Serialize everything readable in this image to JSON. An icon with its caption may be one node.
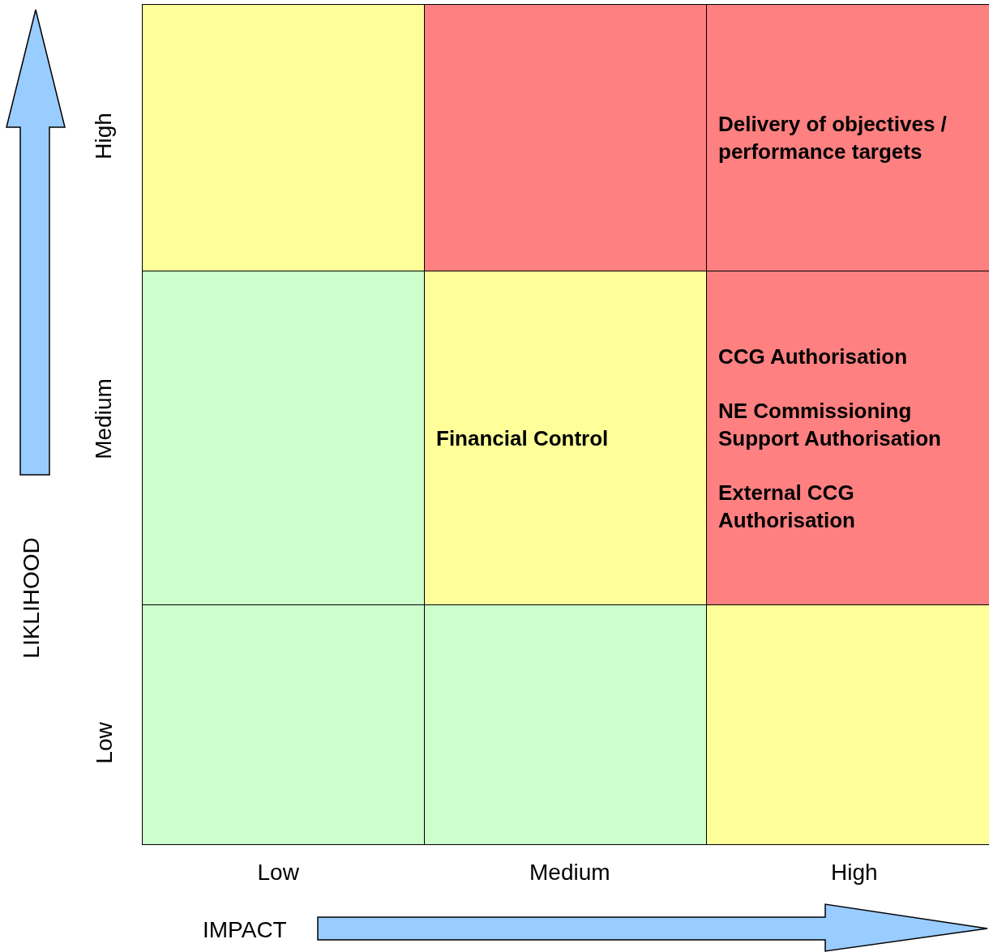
{
  "diagram": {
    "nodes": [
      {
        "text": [],
        "shape": "box"
      },
      {
        "text": [],
        "shape": "box"
      },
      {
        "text": [
          "Delivery of objectives / performance targets"
        ]
      },
      {
        "text": [],
        "shape": "box"
      },
      {
        "text": [
          "Financial Control"
        ]
      },
      {
        "text": [
          "CCG Authorisation",
          "NE Commissioning Support Authorisation",
          "External CCG Authorisation"
        ]
      },
      {
        "text": [],
        "shape": "box"
      },
      {
        "text": [],
        "shape": "box"
      },
      {
        "text": [],
        "shape": "box"
      }
    ],
    "edges": [],
    "labels": [
      "High",
      "Medium",
      "LIKLIHOOD",
      "Low",
      "Low",
      "Medium",
      "High",
      "IMPACT"
    ]
  }
}
